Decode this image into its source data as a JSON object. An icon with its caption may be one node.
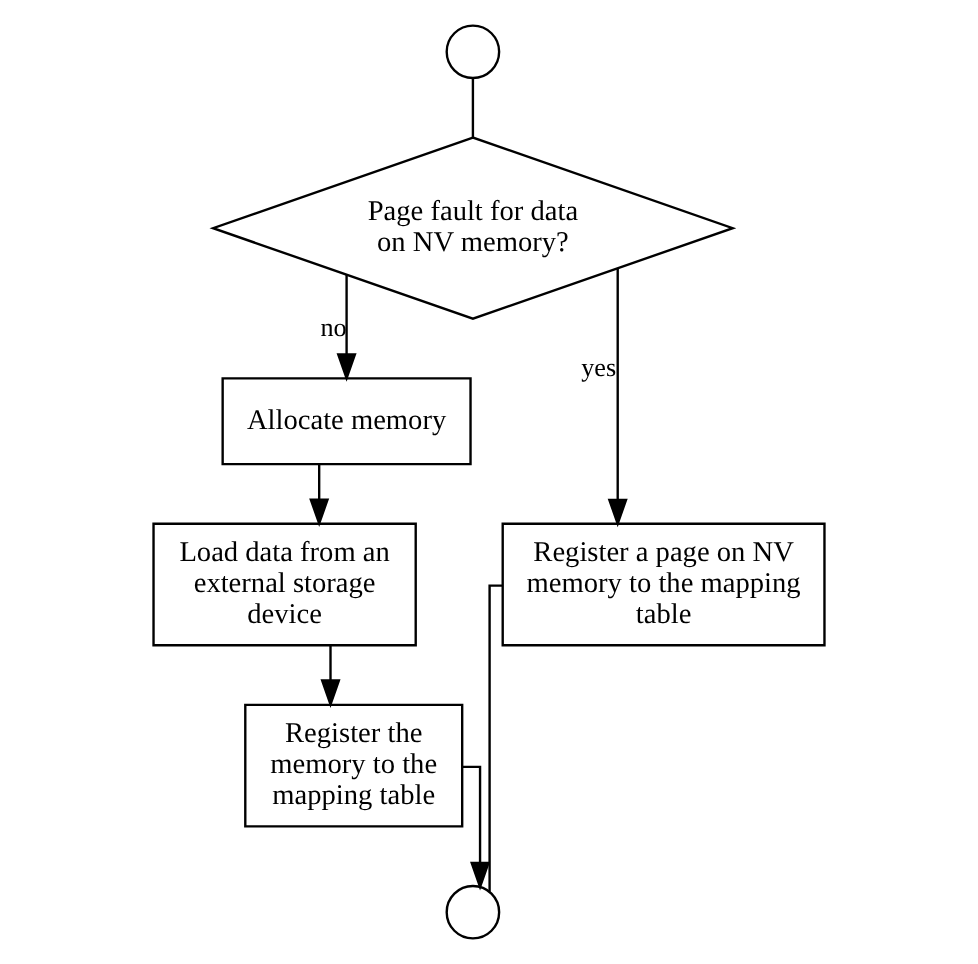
{
  "diagram": {
    "nodes": [
      {
        "text": [],
        "shape": "circle"
      },
      {
        "text": [
          "Page fault for data on NV memory?"
        ]
      },
      {
        "text": [
          "Allocate memory"
        ]
      },
      {
        "text": [
          "Load data from an external storage device"
        ]
      },
      {
        "text": [
          "Register a page on NV memory to the mapping table"
        ]
      },
      {
        "text": [
          "Register the memory to the mapping table"
        ]
      },
      {
        "text": [],
        "shape": "circle"
      }
    ],
    "edges": [
      {
        "from": 0,
        "to": 1,
        "arrow": "none"
      },
      {
        "from": 1,
        "to": 2,
        "arrow": "to",
        "label": "no"
      },
      {
        "from": 1,
        "to": 4,
        "arrow": "to",
        "label": "yes"
      },
      {
        "from": 2,
        "to": 3,
        "arrow": "to"
      },
      {
        "from": 3,
        "to": 5,
        "arrow": "to"
      },
      {
        "from": 4,
        "to": 6,
        "arrow": "none"
      },
      {
        "from": 5,
        "to": 6,
        "arrow": "to"
      }
    ]
  }
}
